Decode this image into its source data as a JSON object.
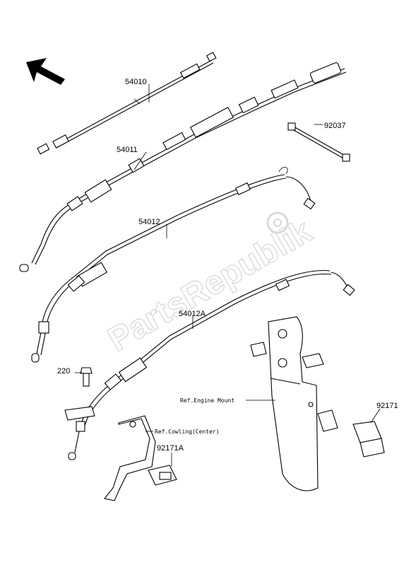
{
  "watermark": {
    "text": "PartsRepublik"
  },
  "direction_arrow": {
    "icon": "front-direction-arrow-icon"
  },
  "parts": [
    {
      "id": "54010",
      "label": "54010"
    },
    {
      "id": "54011",
      "label": "54011"
    },
    {
      "id": "92037",
      "label": "92037"
    },
    {
      "id": "54012",
      "label": "54012"
    },
    {
      "id": "54012A",
      "label": "54012A"
    },
    {
      "id": "220",
      "label": "220"
    },
    {
      "id": "92171",
      "label": "92171"
    },
    {
      "id": "92171A",
      "label": "92171A"
    }
  ],
  "references": {
    "engine_mount": "Ref.Engine Mount",
    "cowling_center": "Ref.Cowling(Center)"
  }
}
